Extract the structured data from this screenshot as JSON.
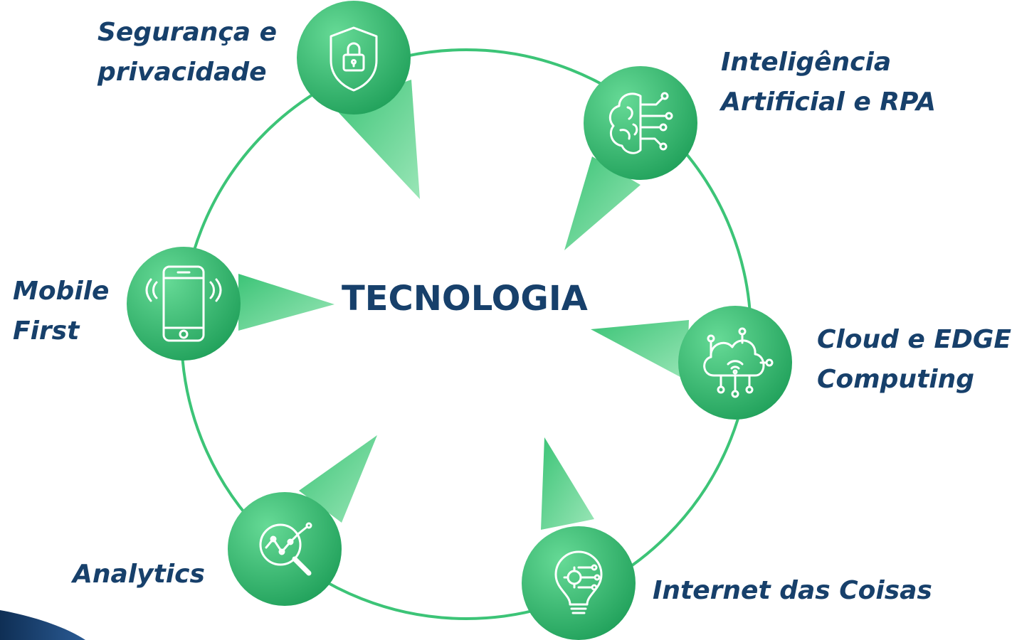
{
  "center": {
    "title": "TECNOLOGIA"
  },
  "nodes": [
    {
      "id": "security",
      "label_lines": [
        "Segurança e",
        "privacidade"
      ],
      "icon": "shield-lock-icon"
    },
    {
      "id": "ai",
      "label_lines": [
        "Inteligência",
        "Artificial  e RPA"
      ],
      "icon": "brain-circuit-icon"
    },
    {
      "id": "cloud",
      "label_lines": [
        "Cloud e EDGE",
        "Computing"
      ],
      "icon": "cloud-network-icon"
    },
    {
      "id": "iot",
      "label_lines": [
        "Internet das Coisas"
      ],
      "icon": "lightbulb-gear-icon"
    },
    {
      "id": "analytics",
      "label_lines": [
        "Analytics"
      ],
      "icon": "magnifier-chart-icon"
    },
    {
      "id": "mobile",
      "label_lines": [
        "Mobile",
        "First"
      ],
      "icon": "smartphone-icon"
    }
  ],
  "colors": {
    "node_gradient_light": "#5cd68f",
    "node_gradient_dark": "#22a25c",
    "ring": "#3cc477",
    "text": "#17406b",
    "accent_corner": "#17406b"
  }
}
